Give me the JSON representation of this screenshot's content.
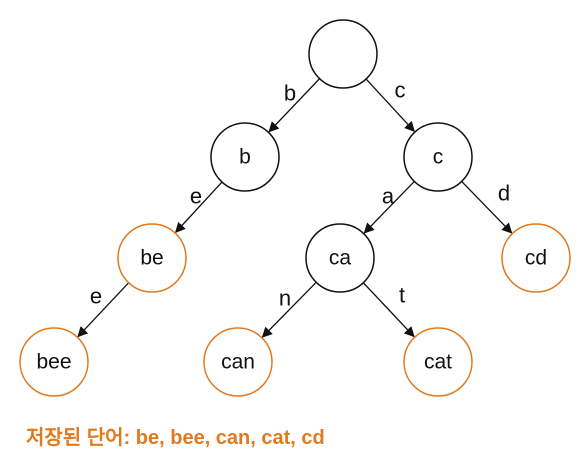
{
  "colors": {
    "accent": "#e07a1f",
    "default": "#111111"
  },
  "nodes": {
    "root": {
      "label": "",
      "stored": false
    },
    "b": {
      "label": "b",
      "stored": false
    },
    "c": {
      "label": "c",
      "stored": false
    },
    "be": {
      "label": "be",
      "stored": true
    },
    "ca": {
      "label": "ca",
      "stored": false
    },
    "cd": {
      "label": "cd",
      "stored": true
    },
    "bee": {
      "label": "bee",
      "stored": true
    },
    "can": {
      "label": "can",
      "stored": true
    },
    "cat": {
      "label": "cat",
      "stored": true
    }
  },
  "edges": [
    {
      "from": "root",
      "to": "b",
      "label": "b"
    },
    {
      "from": "root",
      "to": "c",
      "label": "c"
    },
    {
      "from": "b",
      "to": "be",
      "label": "e"
    },
    {
      "from": "c",
      "to": "ca",
      "label": "a"
    },
    {
      "from": "c",
      "to": "cd",
      "label": "d"
    },
    {
      "from": "be",
      "to": "bee",
      "label": "e"
    },
    {
      "from": "ca",
      "to": "can",
      "label": "n"
    },
    {
      "from": "ca",
      "to": "cat",
      "label": "t"
    }
  ],
  "caption": "저장된 단어: be, bee, can, cat, cd"
}
